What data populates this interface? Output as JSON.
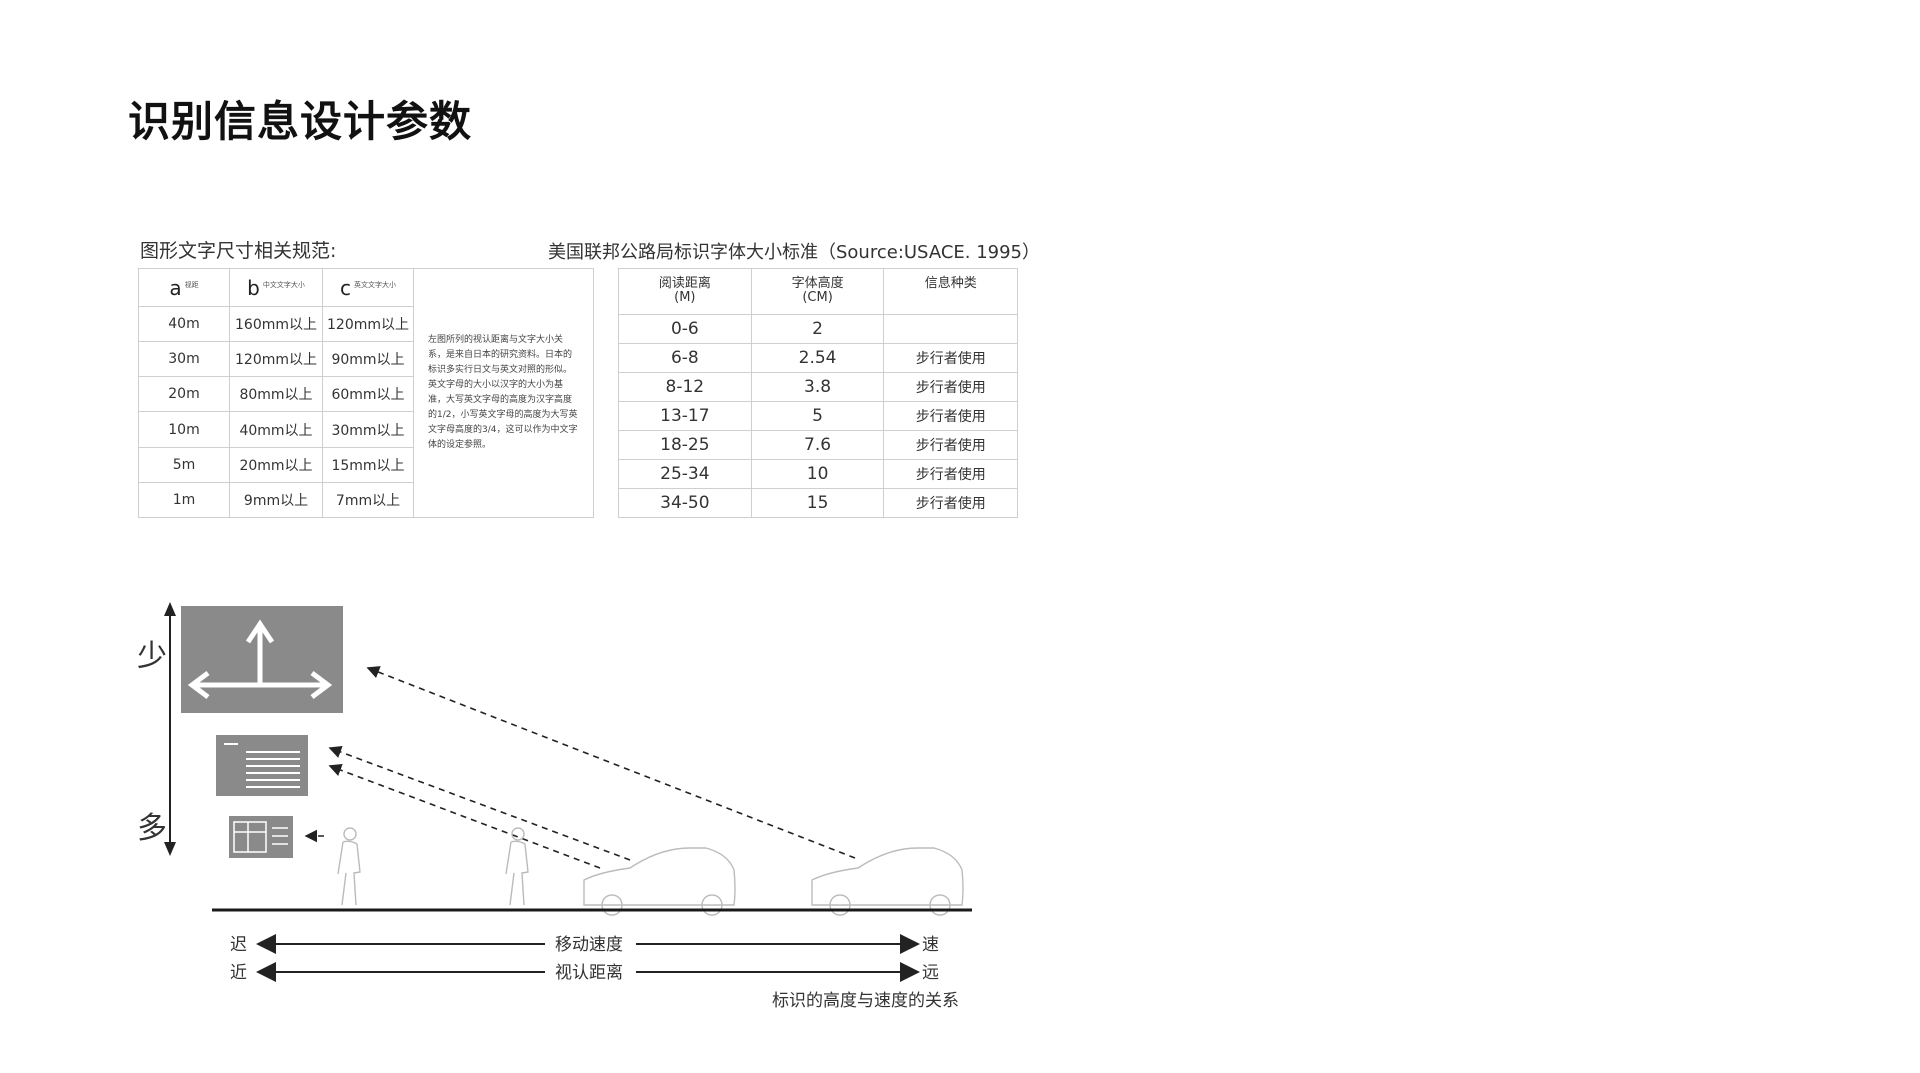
{
  "title": "识别信息设计参数",
  "left_table": {
    "label": "图形文字尺寸相关规范:",
    "headers": [
      {
        "letter": "a",
        "sub": "视距"
      },
      {
        "letter": "b",
        "sub": "中文文字大小"
      },
      {
        "letter": "c",
        "sub": "英文文字大小"
      }
    ],
    "rows": [
      [
        "40m",
        "160mm以上",
        "120mm以上"
      ],
      [
        "30m",
        "120mm以上",
        "90mm以上"
      ],
      [
        "20m",
        "80mm以上",
        "60mm以上"
      ],
      [
        "10m",
        "40mm以上",
        "30mm以上"
      ],
      [
        "5m",
        "20mm以上",
        "15mm以上"
      ],
      [
        "1m",
        "9mm以上",
        "7mm以上"
      ]
    ],
    "note": "左图所列的视认距离与文字大小关系，是来自日本的研究资料。日本的标识多实行日文与英文对照的形似。英文字母的大小以汉字的大小为基准，大写英文字母的高度为汉字高度的1/2，小写英文字母的高度为大写英文字母高度的3/4，这可以作为中文字体的设定参照。"
  },
  "right_table": {
    "label": "美国联邦公路局标识字体大小标准（Source:USACE. 1995）",
    "headers": [
      {
        "line1": "阅读距离",
        "line2": "(M)"
      },
      {
        "line1": "字体高度",
        "line2": "(CM)"
      },
      {
        "line1": "信息种类",
        "line2": ""
      }
    ],
    "rows": [
      [
        "0-6",
        "2",
        ""
      ],
      [
        "6-8",
        "2.54",
        "步行者使用"
      ],
      [
        "8-12",
        "3.8",
        "步行者使用"
      ],
      [
        "13-17",
        "5",
        "步行者使用"
      ],
      [
        "18-25",
        "7.6",
        "步行者使用"
      ],
      [
        "25-34",
        "10",
        "步行者使用"
      ],
      [
        "34-50",
        "15",
        "步行者使用"
      ]
    ]
  },
  "diagram": {
    "axis_top": "少",
    "axis_bottom": "多",
    "speed_left": "迟",
    "speed_center": "移动速度",
    "speed_right": "速",
    "distance_left": "近",
    "distance_center": "视认距离",
    "distance_right": "远",
    "caption": "标识的高度与速度的关系"
  },
  "colors": {
    "sign_fill": "#8a8a8a",
    "outline": "#cfcfcf",
    "ground": "#1a1a1a"
  }
}
